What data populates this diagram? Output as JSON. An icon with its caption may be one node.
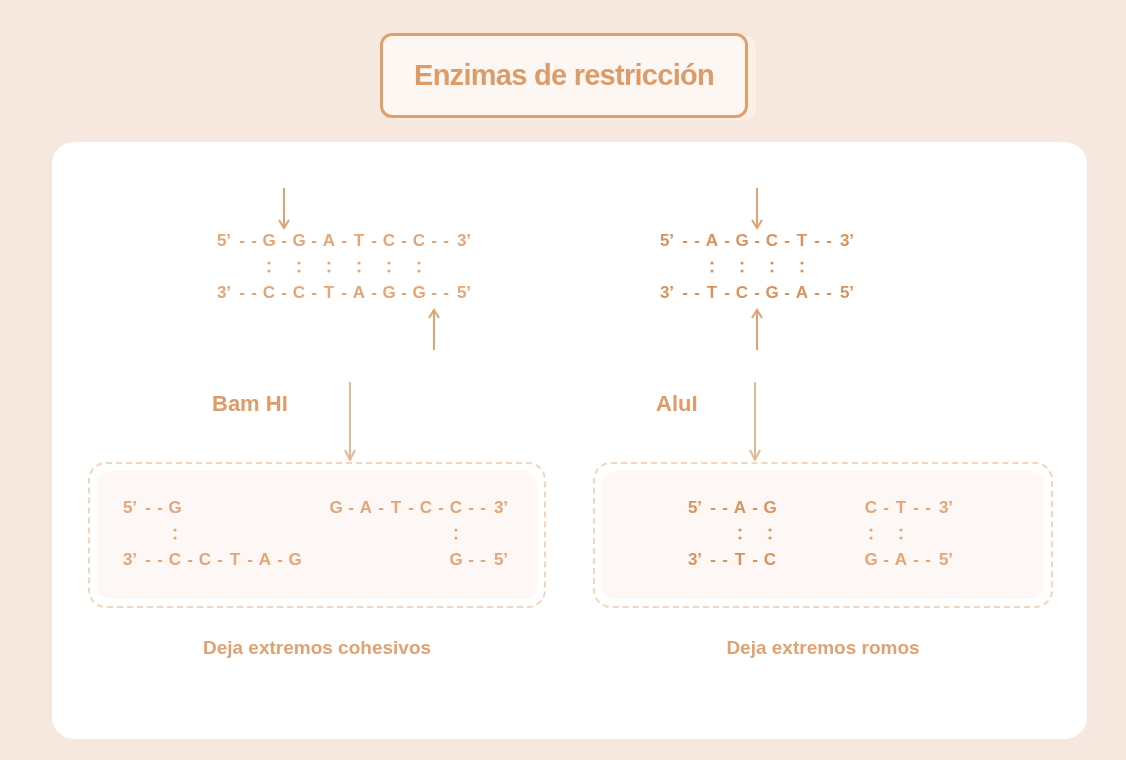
{
  "diagram": {
    "title": "Enzimas de restricción",
    "nodes": [
      {
        "text": [
          "5’ - - G - G - A - T - C - C - - 3’",
          "3’ - - C - C - T - A - G - G - - 5’"
        ]
      },
      {
        "text": [
          "5’ - - G",
          "G - A - T - C - C - - 3’",
          "3’ - - C - C - T - A - G",
          "G - - 5’"
        ],
        "beside": [
          "Deja extremos cohesivos"
        ]
      },
      {
        "text": [
          "5’ - - A - G - C - T - - 3’",
          "3’ - - T - C - G - A - - 5’"
        ]
      },
      {
        "text": [
          "5’ - - A - G",
          "C - T - - 3’",
          "3’ - - T - C",
          "G - A - - 5’"
        ],
        "beside": [
          "Deja extremos romos"
        ]
      }
    ],
    "edges": [
      {
        "from": 0,
        "to": 1,
        "arrow": "to",
        "label": "Bam HI"
      },
      {
        "from": 2,
        "to": 3,
        "arrow": "to",
        "label": "AluI"
      }
    ]
  }
}
